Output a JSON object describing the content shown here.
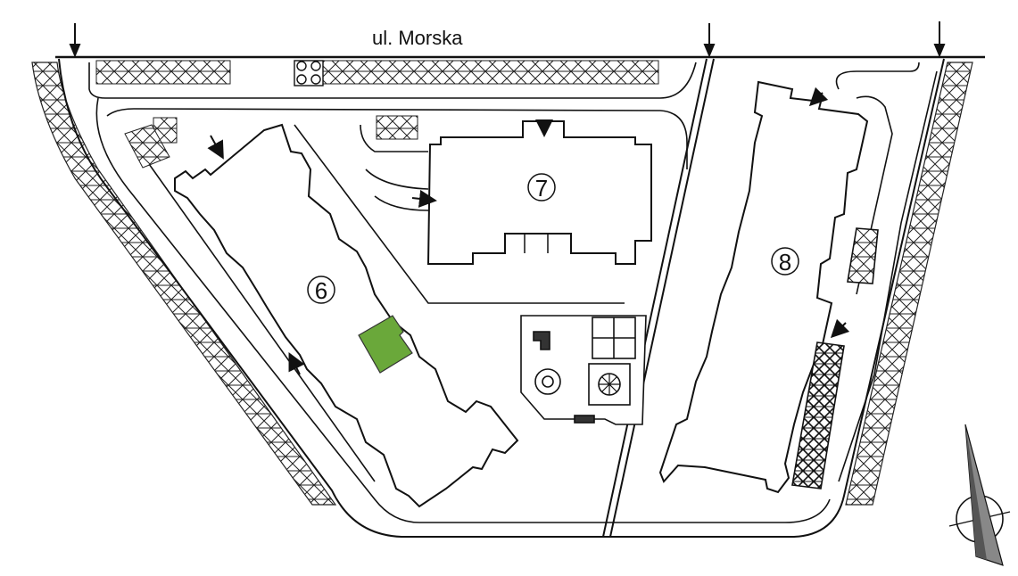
{
  "street": {
    "name": "ul. Morska"
  },
  "buildings": [
    {
      "number": "6"
    },
    {
      "number": "7"
    },
    {
      "number": "8"
    }
  ],
  "highlight": {
    "color": "#6aa83a"
  },
  "compass": {
    "icon": "north-arrow-icon"
  }
}
